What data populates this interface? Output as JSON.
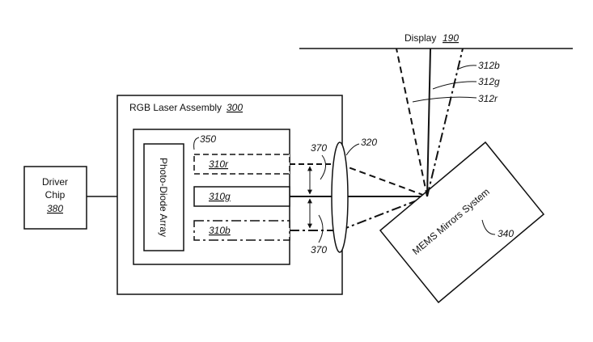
{
  "display": {
    "label": "Display",
    "ref": "190"
  },
  "driver": {
    "line1": "Driver",
    "line2": "Chip",
    "ref": "380"
  },
  "assembly": {
    "label": "RGB Laser Assembly",
    "ref": "300"
  },
  "inner_ref": "350",
  "photodiode": {
    "label": "Photo-Diode Array"
  },
  "lasers": {
    "r": "310r",
    "g": "310g",
    "b": "310b"
  },
  "lens_ref": "320",
  "arrow_ref_top": "370",
  "arrow_ref_bottom": "370",
  "mems": {
    "label": "MEMS Mirrors System",
    "ref": "340"
  },
  "beams": {
    "b": "312b",
    "g": "312g",
    "r": "312r"
  }
}
